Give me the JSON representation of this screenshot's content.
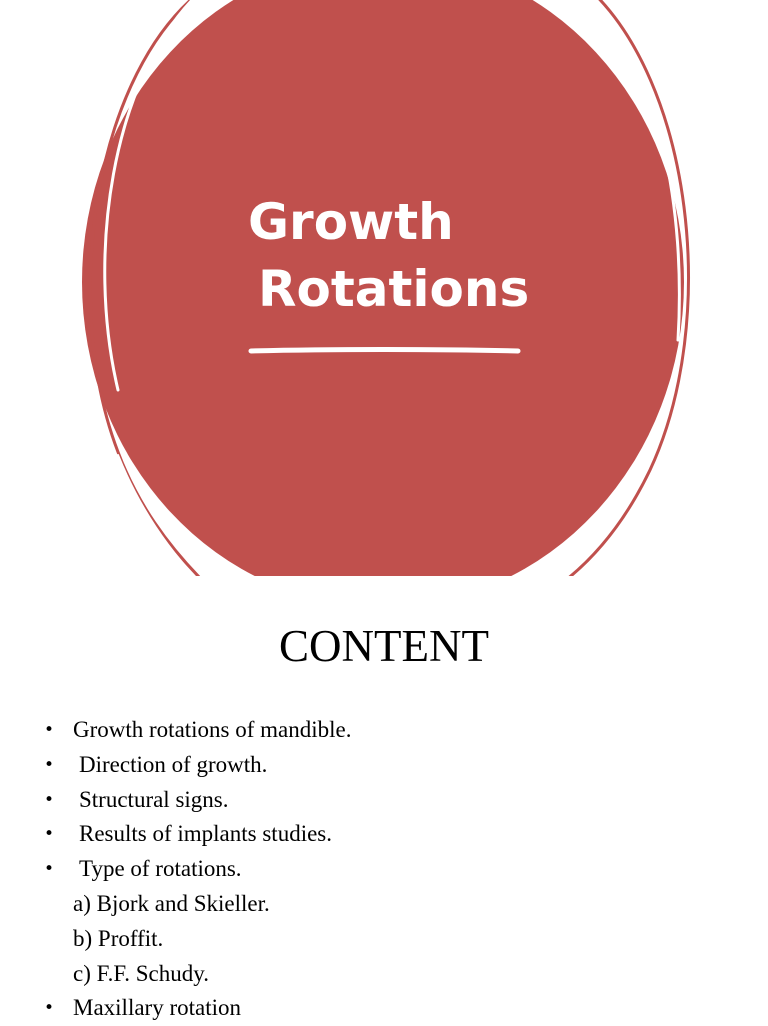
{
  "title_slide": {
    "title_line_1": "Growth",
    "title_line_2": "Rotations",
    "colors": {
      "circle_fill": "#c0504d",
      "circle_outline": "#c0504d",
      "text": "#ffffff",
      "background": "#ffffff"
    }
  },
  "content_slide": {
    "heading": "CONTENT",
    "bullet_glyph": "•",
    "items": [
      {
        "text": "Growth rotations of mandible.",
        "bullet": true
      },
      {
        "text": "Direction of growth.",
        "bullet": true
      },
      {
        "text": "Structural signs.",
        "bullet": true
      },
      {
        "text": "Results of implants studies.",
        "bullet": true
      },
      {
        "text": "Type of rotations.",
        "bullet": true
      },
      {
        "text": "a) Bjork and Skieller.",
        "bullet": false
      },
      {
        "text": "b) Proffit.",
        "bullet": false
      },
      {
        "text": "c) F.F. Schudy.",
        "bullet": false
      },
      {
        "text": "Maxillary rotation",
        "bullet": true
      }
    ]
  }
}
